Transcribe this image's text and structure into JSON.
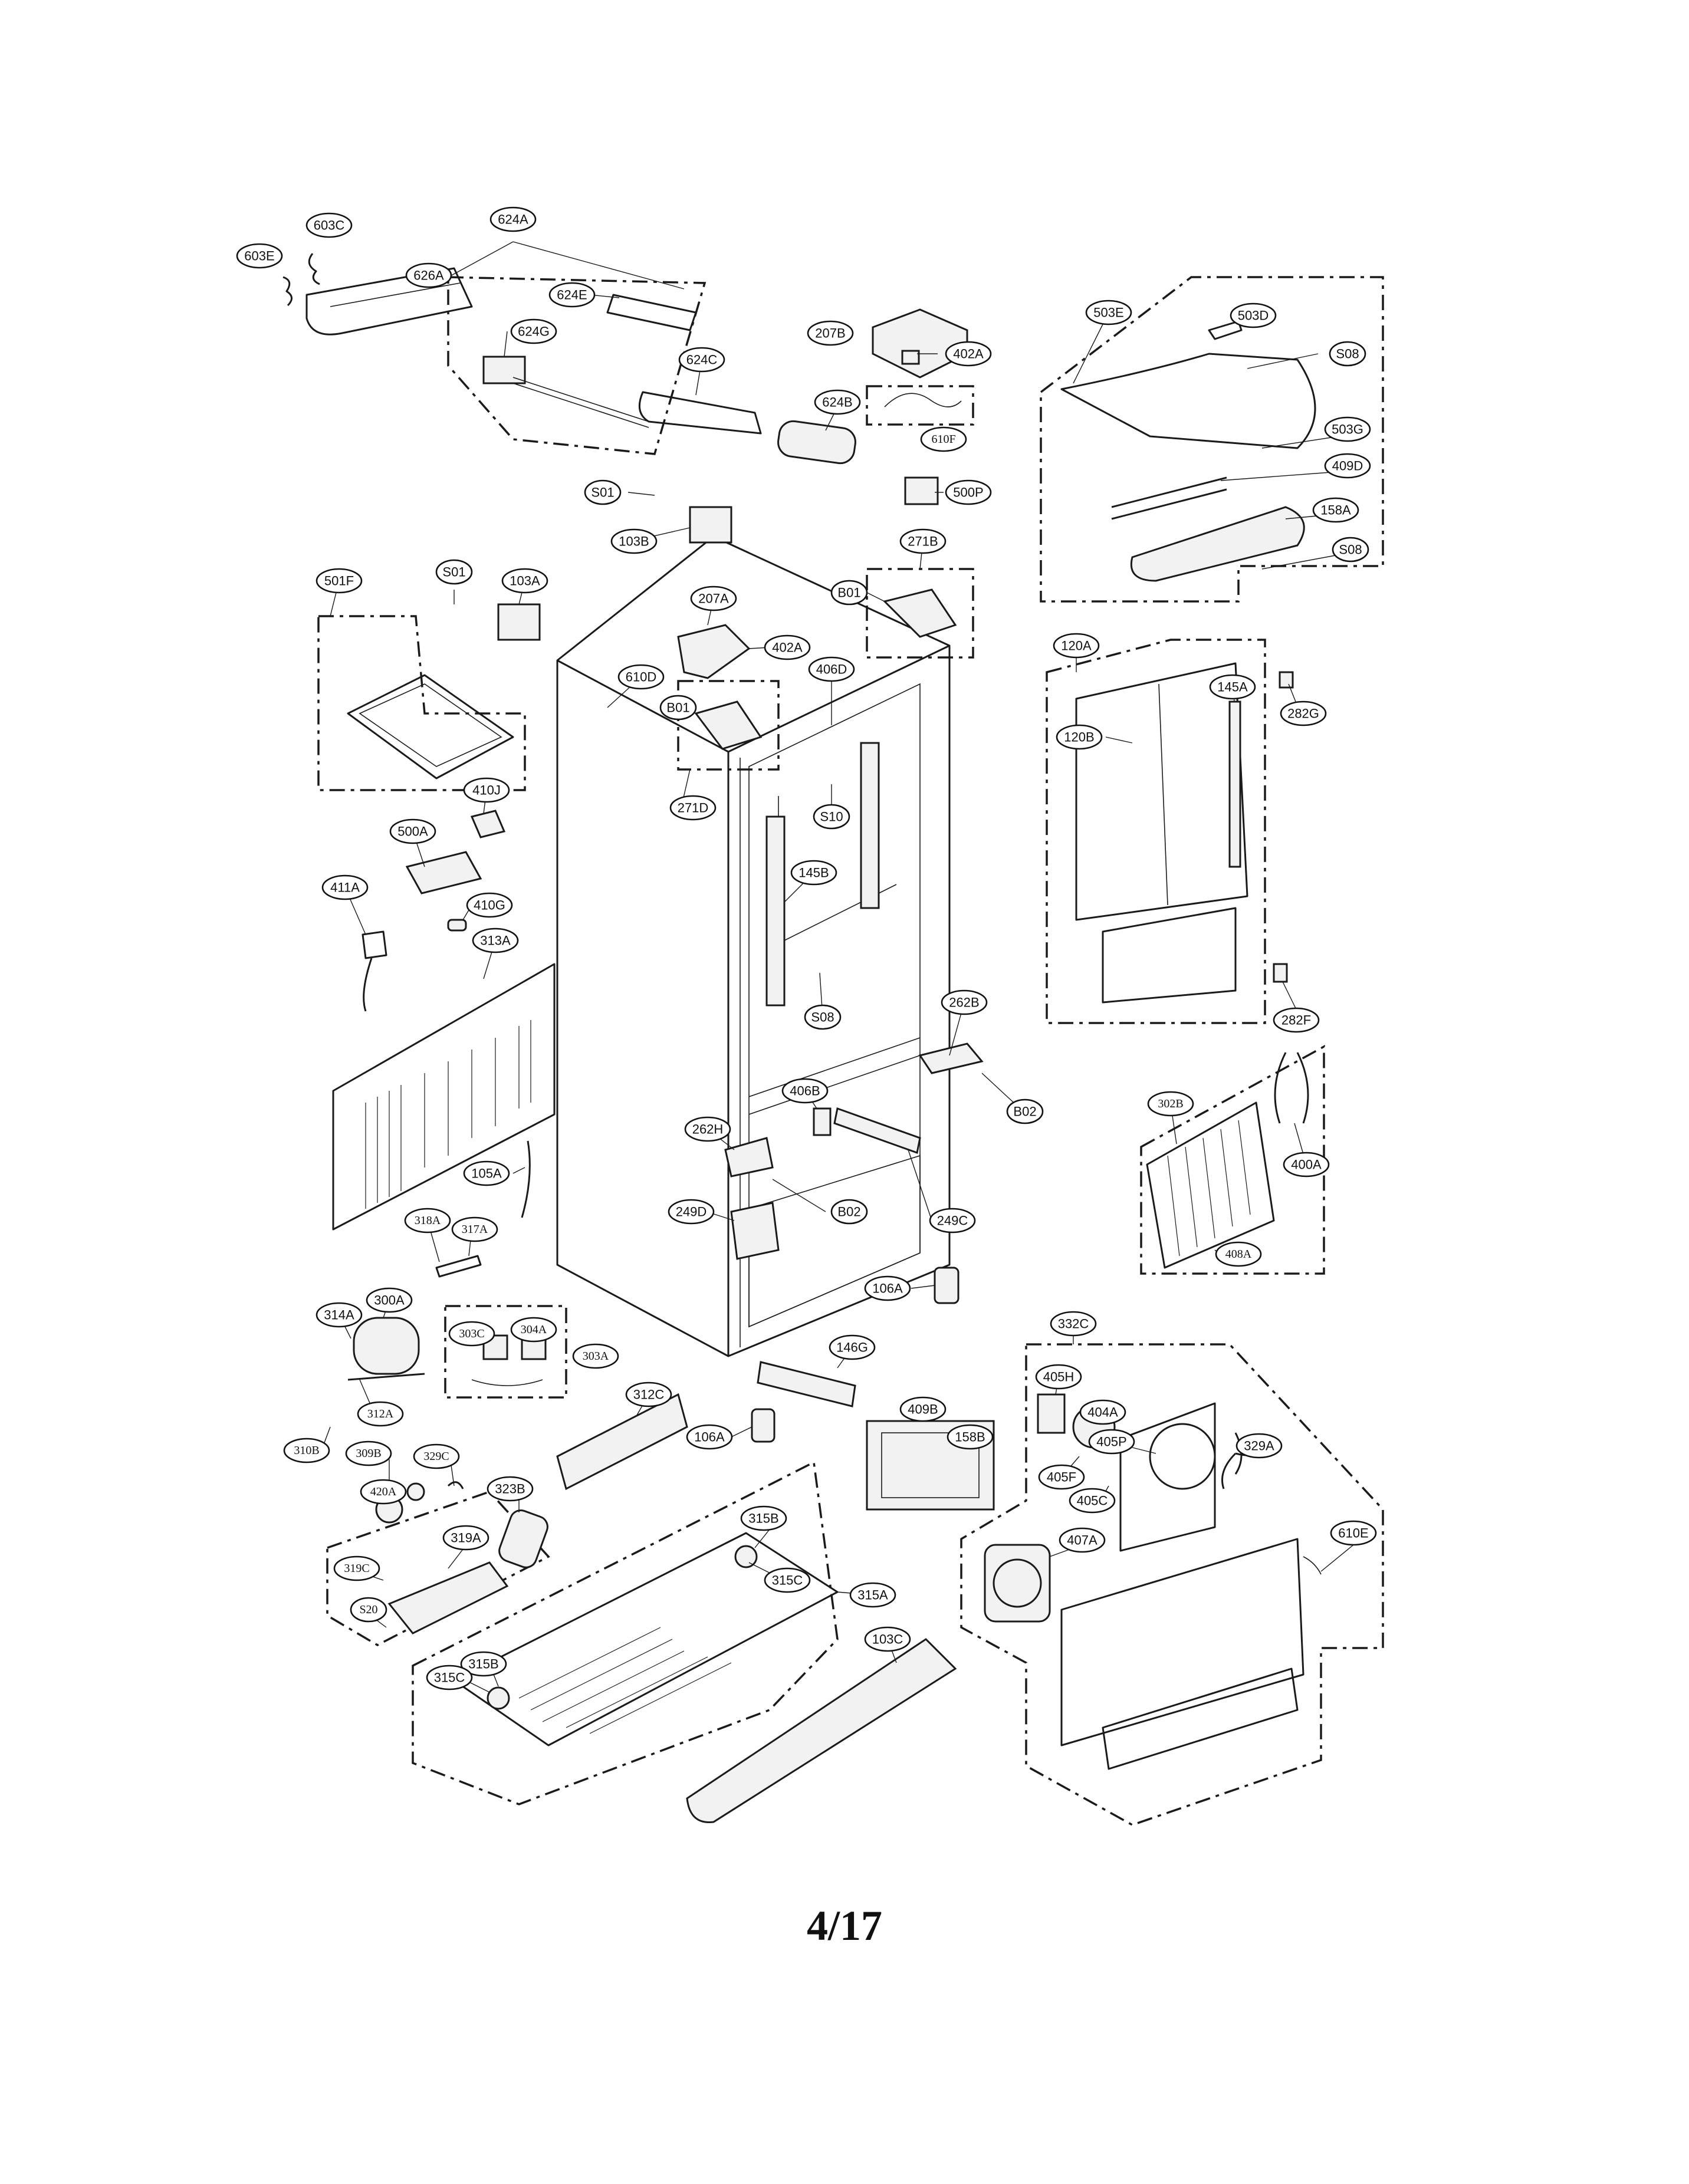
{
  "page_number": "4/17",
  "callouts": [
    {
      "id": "603C",
      "text": "603C"
    },
    {
      "id": "603E",
      "text": "603E"
    },
    {
      "id": "626A",
      "text": "626A"
    },
    {
      "id": "624A",
      "text": "624A"
    },
    {
      "id": "624E",
      "text": "624E"
    },
    {
      "id": "624G",
      "text": "624G"
    },
    {
      "id": "624C",
      "text": "624C"
    },
    {
      "id": "624B",
      "text": "624B"
    },
    {
      "id": "207B",
      "text": "207B"
    },
    {
      "id": "402A_top",
      "text": "402A"
    },
    {
      "id": "610F",
      "text": "610F"
    },
    {
      "id": "500P",
      "text": "500P"
    },
    {
      "id": "503E",
      "text": "503E"
    },
    {
      "id": "503D",
      "text": "503D"
    },
    {
      "id": "S08_a",
      "text": "S08"
    },
    {
      "id": "503G",
      "text": "503G"
    },
    {
      "id": "409D",
      "text": "409D"
    },
    {
      "id": "158A",
      "text": "158A"
    },
    {
      "id": "S08_b",
      "text": "S08"
    },
    {
      "id": "S01_a",
      "text": "S01"
    },
    {
      "id": "103B",
      "text": "103B"
    },
    {
      "id": "271B",
      "text": "271B"
    },
    {
      "id": "B01_a",
      "text": "B01"
    },
    {
      "id": "S01_b",
      "text": "S01"
    },
    {
      "id": "103A",
      "text": "103A"
    },
    {
      "id": "501F",
      "text": "501F"
    },
    {
      "id": "207A",
      "text": "207A"
    },
    {
      "id": "402A_mid",
      "text": "402A"
    },
    {
      "id": "610D",
      "text": "610D"
    },
    {
      "id": "406D",
      "text": "406D"
    },
    {
      "id": "B01_b",
      "text": "B01"
    },
    {
      "id": "271D",
      "text": "271D"
    },
    {
      "id": "S10",
      "text": "S10"
    },
    {
      "id": "120A",
      "text": "120A"
    },
    {
      "id": "145A",
      "text": "145A"
    },
    {
      "id": "282G",
      "text": "282G"
    },
    {
      "id": "120B",
      "text": "120B"
    },
    {
      "id": "410J",
      "text": "410J"
    },
    {
      "id": "500A",
      "text": "500A"
    },
    {
      "id": "145B",
      "text": "145B"
    },
    {
      "id": "411A",
      "text": "411A"
    },
    {
      "id": "410G",
      "text": "410G"
    },
    {
      "id": "313A",
      "text": "313A"
    },
    {
      "id": "S08_c",
      "text": "S08"
    },
    {
      "id": "262B",
      "text": "262B"
    },
    {
      "id": "282F",
      "text": "282F"
    },
    {
      "id": "406B",
      "text": "406B"
    },
    {
      "id": "B02_a",
      "text": "B02"
    },
    {
      "id": "302B",
      "text": "302B"
    },
    {
      "id": "262H",
      "text": "262H"
    },
    {
      "id": "400A",
      "text": "400A"
    },
    {
      "id": "105A",
      "text": "105A"
    },
    {
      "id": "249D",
      "text": "249D"
    },
    {
      "id": "B02_b",
      "text": "B02"
    },
    {
      "id": "249C",
      "text": "249C"
    },
    {
      "id": "318A",
      "text": "318A"
    },
    {
      "id": "317A",
      "text": "317A"
    },
    {
      "id": "408A",
      "text": "408A"
    },
    {
      "id": "106A_a",
      "text": "106A"
    },
    {
      "id": "314A",
      "text": "314A"
    },
    {
      "id": "300A",
      "text": "300A"
    },
    {
      "id": "332C",
      "text": "332C"
    },
    {
      "id": "303C",
      "text": "303C"
    },
    {
      "id": "304A",
      "text": "304A"
    },
    {
      "id": "303A",
      "text": "303A"
    },
    {
      "id": "146G",
      "text": "146G"
    },
    {
      "id": "405H",
      "text": "405H"
    },
    {
      "id": "312A",
      "text": "312A"
    },
    {
      "id": "409B",
      "text": "409B"
    },
    {
      "id": "404A",
      "text": "404A"
    },
    {
      "id": "312C",
      "text": "312C"
    },
    {
      "id": "158B",
      "text": "158B"
    },
    {
      "id": "405P",
      "text": "405P"
    },
    {
      "id": "310B",
      "text": "310B"
    },
    {
      "id": "106A_b",
      "text": "106A"
    },
    {
      "id": "309B",
      "text": "309B"
    },
    {
      "id": "329C",
      "text": "329C"
    },
    {
      "id": "405F",
      "text": "405F"
    },
    {
      "id": "329A",
      "text": "329A"
    },
    {
      "id": "420A",
      "text": "420A"
    },
    {
      "id": "323B",
      "text": "323B"
    },
    {
      "id": "405C",
      "text": "405C"
    },
    {
      "id": "315B_a",
      "text": "315B"
    },
    {
      "id": "319A",
      "text": "319A"
    },
    {
      "id": "610E",
      "text": "610E"
    },
    {
      "id": "407A",
      "text": "407A"
    },
    {
      "id": "319C",
      "text": "319C"
    },
    {
      "id": "315C_a",
      "text": "315C"
    },
    {
      "id": "315A",
      "text": "315A"
    },
    {
      "id": "S20",
      "text": "S20"
    },
    {
      "id": "103C",
      "text": "103C"
    },
    {
      "id": "315B_b",
      "text": "315B"
    },
    {
      "id": "315C_b",
      "text": "315C"
    }
  ]
}
